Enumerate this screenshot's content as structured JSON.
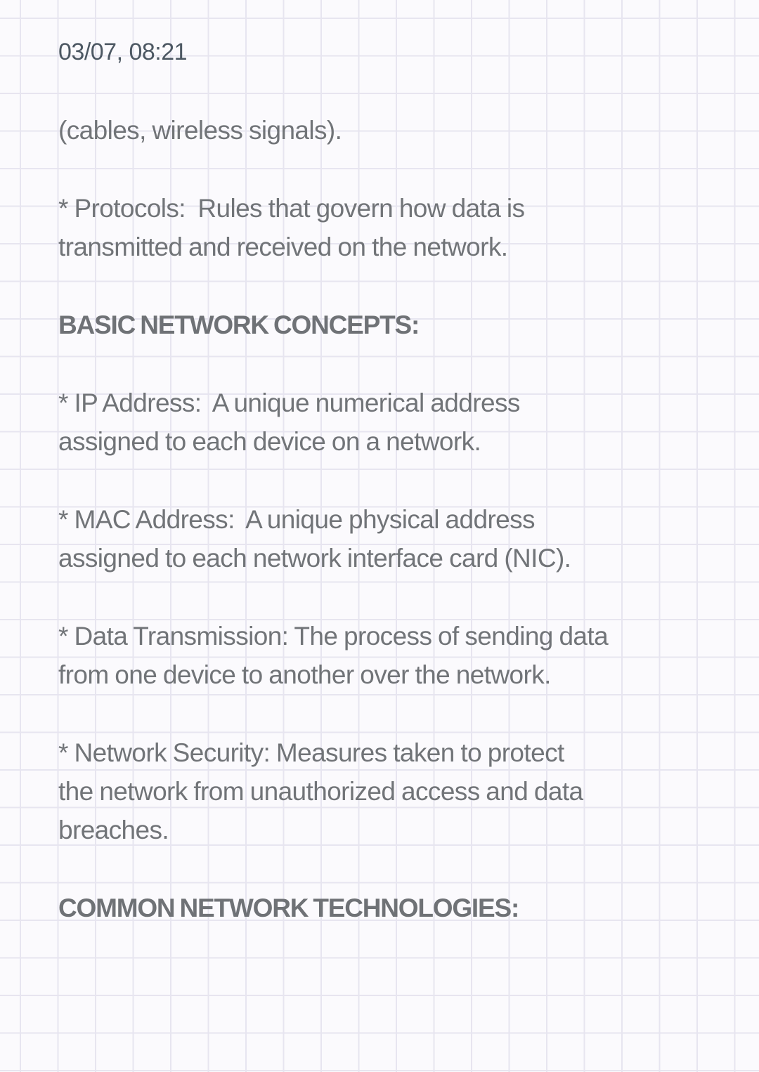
{
  "note": {
    "timestamp": "03/07, 08:21",
    "blocks": [
      {
        "type": "paragraph",
        "lines": [
          "(cables, wireless signals)."
        ]
      },
      {
        "type": "paragraph",
        "lines": [
          "* Protocols:  Rules that govern how data is",
          "transmitted and received on the network."
        ]
      },
      {
        "type": "heading",
        "lines": [
          "BASIC NETWORK CONCEPTS:"
        ]
      },
      {
        "type": "paragraph",
        "lines": [
          "* IP Address:  A unique numerical address",
          "assigned to each device on a network."
        ]
      },
      {
        "type": "paragraph",
        "lines": [
          "* MAC Address:  A unique physical address",
          "assigned to each network interface card (NIC)."
        ]
      },
      {
        "type": "paragraph",
        "lines": [
          "* Data Transmission: The process of sending data",
          "from one device to another over the network."
        ]
      },
      {
        "type": "paragraph",
        "lines": [
          "* Network Security: Measures taken to protect",
          "the network from unauthorized access and data",
          "breaches."
        ]
      },
      {
        "type": "heading",
        "lines": [
          "COMMON NETWORK TECHNOLOGIES:"
        ]
      }
    ],
    "colors": {
      "background": "#fbfafd",
      "grid_line": "#e7e5f0",
      "timestamp_text": "#4d5863",
      "body_text": "#717478",
      "heading_text": "#6f7276"
    }
  }
}
